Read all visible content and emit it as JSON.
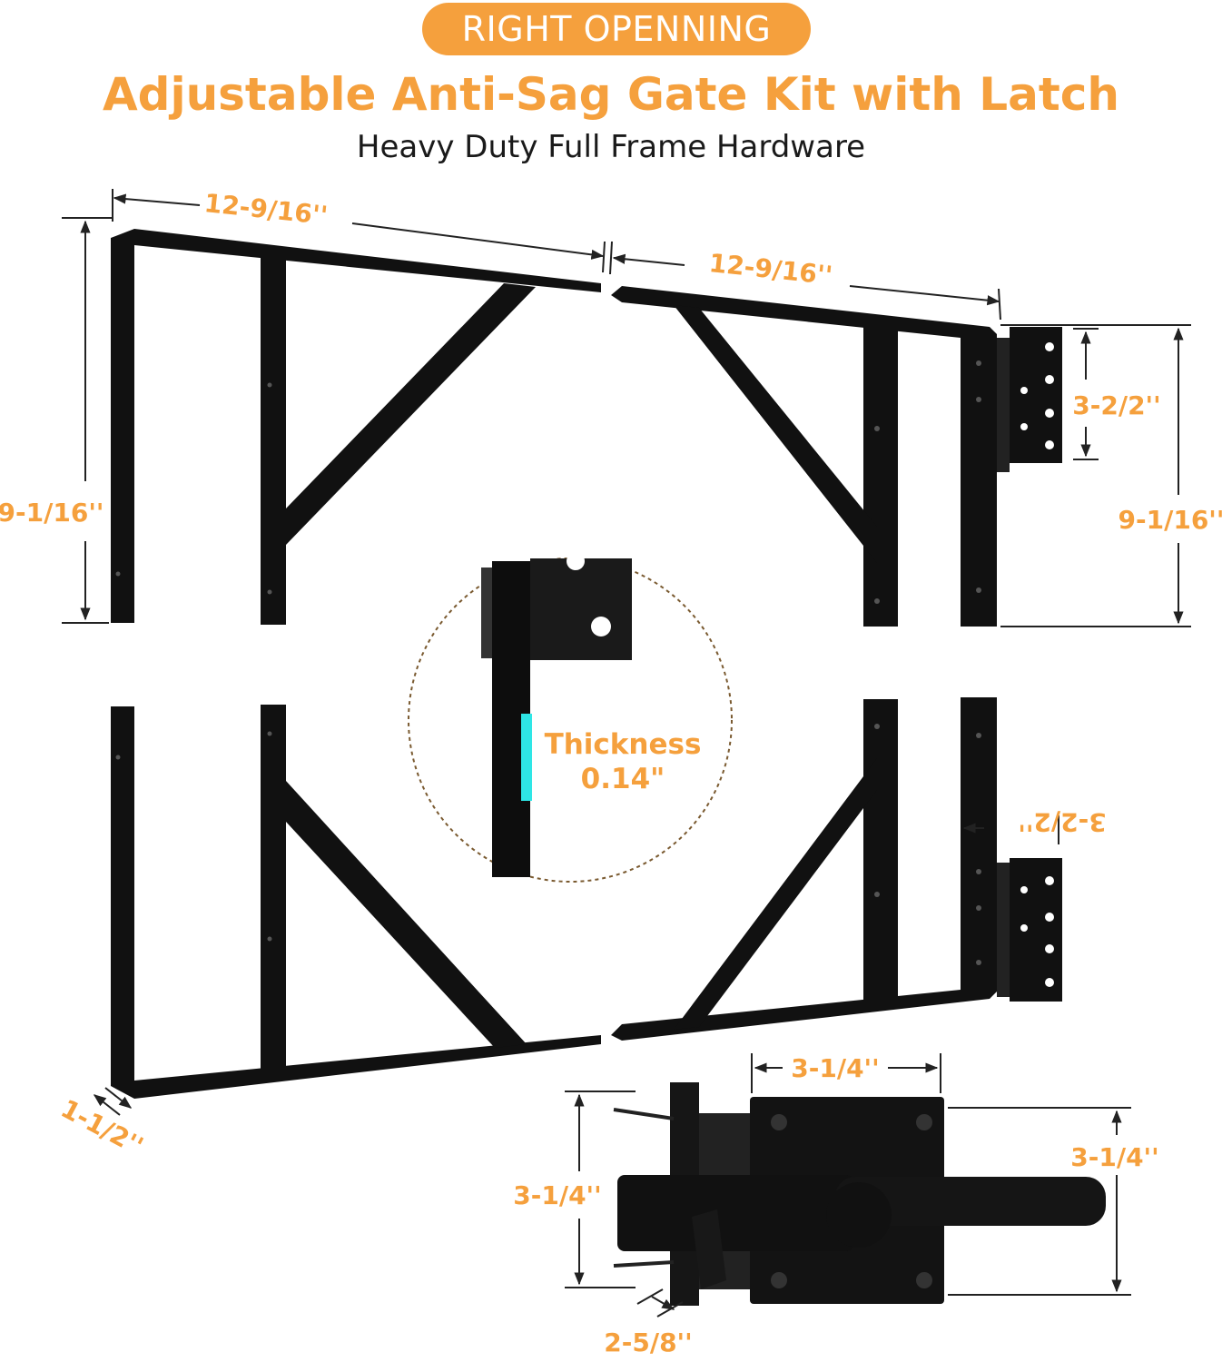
{
  "header": {
    "badge": "RIGHT OPENNING",
    "title": "Adjustable Anti-Sag Gate Kit with Latch",
    "subtitle": "Heavy Duty Full Frame Hardware"
  },
  "dimensions": {
    "top_left_width": "12-9/16''",
    "top_right_width": "12-9/16''",
    "left_height": "9-1/16''",
    "right_height": "9-1/16''",
    "hinge_top": "3-2/2''",
    "hinge_bottom": "3-2/2''",
    "flange_width": "1-1/2''",
    "latch_width": "3-1/4''",
    "latch_left_height": "3-1/4''",
    "latch_right_height": "3-1/4''",
    "latch_depth": "2-5/8''"
  },
  "detail": {
    "thickness_label": "Thickness",
    "thickness_value": "0.14\""
  },
  "colors": {
    "accent": "#f5a03d",
    "metal": "#111111",
    "highlight": "#2ee6e6"
  }
}
